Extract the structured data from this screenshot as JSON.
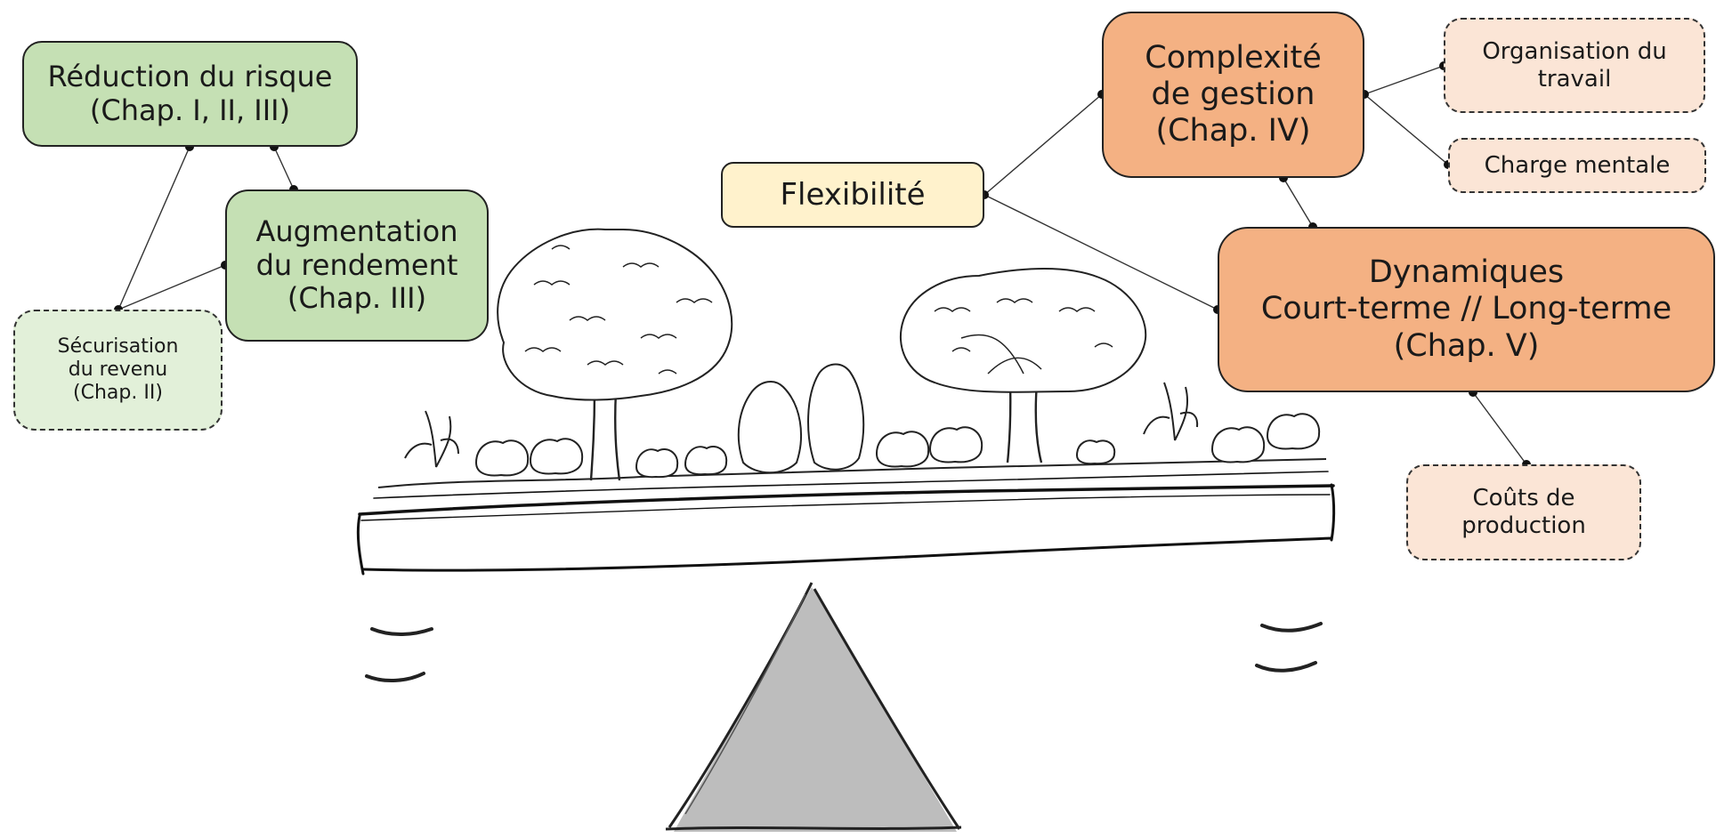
{
  "nodes": {
    "reduction": {
      "line1": "Réduction du risque",
      "line2": "(Chap. I, II, III)"
    },
    "augmentation": {
      "line1": "Augmentation",
      "line2": "du rendement",
      "line3": "(Chap. III)"
    },
    "securisation": {
      "line1": "Sécurisation",
      "line2": "du revenu",
      "line3": "(Chap. II)"
    },
    "flexibilite": {
      "line1": "Flexibilité"
    },
    "complexite": {
      "line1": "Complexité",
      "line2": "de gestion",
      "line3": "(Chap. IV)"
    },
    "organisation": {
      "line1": "Organisation du",
      "line2": "travail"
    },
    "charge": {
      "line1": "Charge mentale"
    },
    "dynamiques": {
      "line1": "Dynamiques",
      "line2": "Court-terme // Long-terme",
      "line3": "(Chap. V)"
    },
    "couts": {
      "line1": "Coûts de",
      "line2": "production"
    }
  },
  "colors": {
    "green": "#c5e0b4",
    "green_light": "#e2f0d9",
    "yellow": "#fff2cc",
    "orange": "#f4b183",
    "orange_light": "#fbe5d6",
    "fulcrum": "#bdbdbd"
  },
  "illustration": {
    "icons": [
      "seesaw-beam-icon",
      "triangle-fulcrum-icon",
      "tree-icon",
      "shrub-icon",
      "crop-plant-icon",
      "motion-mark-icon"
    ]
  }
}
